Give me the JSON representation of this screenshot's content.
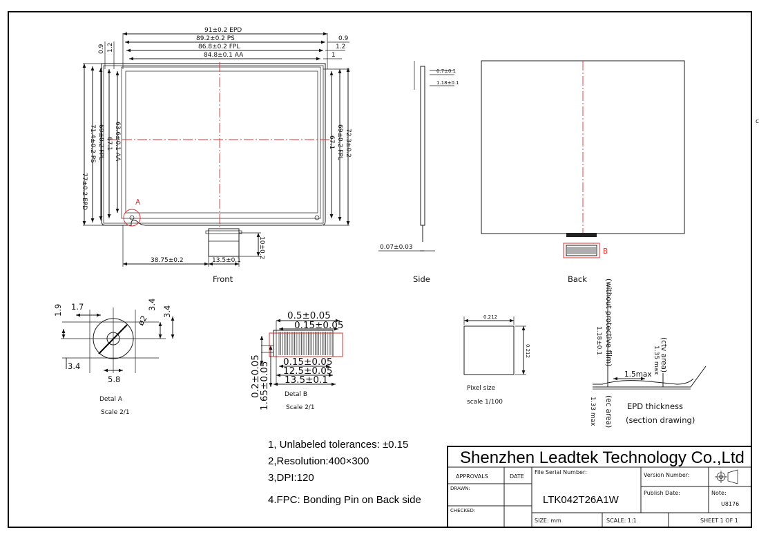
{
  "front": {
    "view_label": "Front",
    "dims_top": [
      "91±0.2 EPD",
      "89.2±0.2 PS",
      "86.8±0.2 FPL",
      "84.8±0.1 AA"
    ],
    "dims_top_right": [
      "0.9",
      "1.2",
      "1"
    ],
    "dims_top_left": [
      "0.9",
      "1.2"
    ],
    "dims_left": [
      "63.6±0.1 AA",
      "67.1",
      "69±0.2 FPL",
      "71.4±0.2 PS",
      "77±0.2 EPD"
    ],
    "dims_right": [
      "72.3±0.2",
      "69±0.2 FPL",
      "67.1"
    ],
    "dim_bottom_left": "38.75±0.2",
    "dim_fpc_width": "13.5±0.1",
    "dim_fpc_len": "10±0.2",
    "marker": "A"
  },
  "side": {
    "view_label": "Side",
    "dims": [
      "0.7±0.1",
      "1.18±0.1",
      "0.07±0.03"
    ]
  },
  "back": {
    "view_label": "Back",
    "marker": "B"
  },
  "detail_a": {
    "dims": [
      "1.7",
      "1.9",
      "3.4",
      "3.4",
      "3.4",
      "5.8",
      "ø2"
    ],
    "title": "Detal A",
    "scale": "Scale 2/1"
  },
  "detail_b": {
    "dims": [
      "0.5±0.05",
      "0.15±0.05",
      "0.15±0.05",
      "12.5±0.05",
      "13.5±0.1",
      "0.2±0.05",
      "1.65±0.05"
    ],
    "title": "Detal B",
    "scale": "Scale 2/1"
  },
  "pixel": {
    "dim_w": "0.212",
    "dim_h": "0.212",
    "label": "Pixel size",
    "scale": "scale 1/100"
  },
  "section": {
    "label_protective": "(without protective film)",
    "dim_118": "1.18±0.1",
    "label_ctv": "(ctv area)",
    "dim_135": "1.35 max",
    "dim_15": "1.5max",
    "label_ec": "(ec area)",
    "dim_133": "1.33 max",
    "title": "EPD thickness",
    "subtitle": "(section drawing)"
  },
  "notes": [
    "1, Unlabeled tolerances: ±0.15",
    "2,Resolution:400×300",
    "3,DPI:120",
    "4.FPC: Bonding Pin on Back side"
  ],
  "title_block": {
    "company": "Shenzhen Leadtek Technology Co.,Ltd",
    "approvals": "APPROVALS",
    "date": "DATE",
    "drawn": "DRAWN:",
    "checked": "CHECKED:",
    "file_serial_label": "File Serial Number:",
    "part_number": "LTK042T26A1W",
    "version_label": "Version Number:",
    "publish_label": "Publish Date:",
    "note_label": "Note:",
    "note_value": "U8176",
    "size": "SIZE:  mm",
    "scale": "SCALE: 1:1",
    "sheet": "SHEET 1 OF 1"
  },
  "edge_mark": "c"
}
